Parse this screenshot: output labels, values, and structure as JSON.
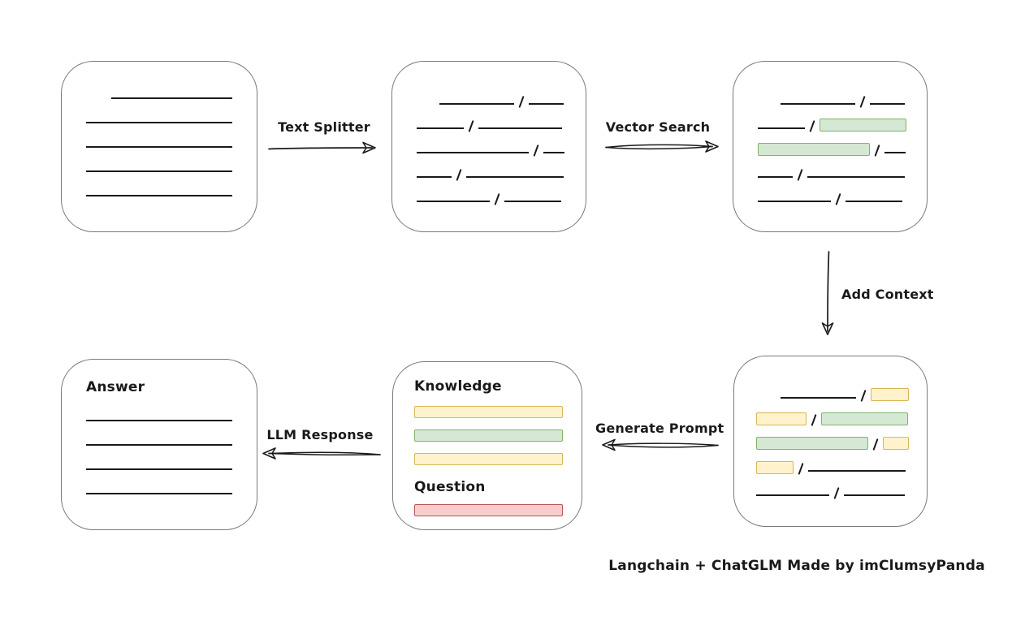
{
  "caption": "Langchain + ChatGLM Made by imClumsyPanda",
  "colors": {
    "line": "#1a1a1a",
    "box_border": "#7a7a7a",
    "green_fill": "#d5e8d4",
    "green_border": "#82b366",
    "yellow_fill": "#fff2cc",
    "yellow_border": "#d6b656",
    "red_fill": "#f8cecc",
    "red_border": "#b85450"
  },
  "arrows": {
    "text_splitter": {
      "label": "Text Splitter"
    },
    "vector_search": {
      "label": "Vector Search"
    },
    "add_context": {
      "label": "Add Context"
    },
    "generate_prompt": {
      "label": "Generate Prompt"
    },
    "llm_response": {
      "label": "LLM Response"
    }
  },
  "boxes": {
    "document": {
      "rows": [
        {
          "indent": 31,
          "w": 149
        },
        {
          "indent": 0,
          "w": 180
        },
        {
          "indent": 0,
          "w": 180
        },
        {
          "indent": 0,
          "w": 180
        },
        {
          "indent": 0,
          "w": 180
        }
      ]
    },
    "split_text": {
      "rows": [
        {
          "indent": 28,
          "segments": [
            {
              "type": "line",
              "w": 92
            },
            {
              "type": "line",
              "w": 43
            }
          ]
        },
        {
          "indent": 0,
          "segments": [
            {
              "type": "line",
              "w": 58
            },
            {
              "type": "line",
              "w": 103
            }
          ]
        },
        {
          "indent": 0,
          "segments": [
            {
              "type": "line",
              "w": 138
            },
            {
              "type": "line",
              "w": 26
            }
          ]
        },
        {
          "indent": 0,
          "segments": [
            {
              "type": "line",
              "w": 43
            },
            {
              "type": "line",
              "w": 120
            }
          ]
        },
        {
          "indent": 0,
          "segments": [
            {
              "type": "line",
              "w": 90
            },
            {
              "type": "line",
              "w": 70
            }
          ]
        }
      ]
    },
    "vector_matched": {
      "rows": [
        {
          "indent": 28,
          "segments": [
            {
              "type": "line",
              "w": 92
            },
            {
              "type": "line",
              "w": 43
            }
          ]
        },
        {
          "indent": 0,
          "segments": [
            {
              "type": "line",
              "w": 58
            },
            {
              "type": "green",
              "w": 107
            }
          ]
        },
        {
          "indent": 0,
          "segments": [
            {
              "type": "green",
              "w": 138
            },
            {
              "type": "line",
              "w": 26
            }
          ]
        },
        {
          "indent": 0,
          "segments": [
            {
              "type": "line",
              "w": 43
            },
            {
              "type": "line",
              "w": 120
            }
          ]
        },
        {
          "indent": 0,
          "segments": [
            {
              "type": "line",
              "w": 90
            },
            {
              "type": "line",
              "w": 70
            }
          ]
        }
      ]
    },
    "context_added": {
      "rows": [
        {
          "indent": 30,
          "segments": [
            {
              "type": "line",
              "w": 93
            },
            {
              "type": "yellow",
              "w": 47
            }
          ]
        },
        {
          "indent": 0,
          "segments": [
            {
              "type": "yellow",
              "w": 62
            },
            {
              "type": "green",
              "w": 107
            }
          ]
        },
        {
          "indent": 0,
          "segments": [
            {
              "type": "green",
              "w": 138
            },
            {
              "type": "yellow",
              "w": 32
            }
          ]
        },
        {
          "indent": 0,
          "segments": [
            {
              "type": "yellow",
              "w": 46
            },
            {
              "type": "line",
              "w": 120
            }
          ]
        },
        {
          "indent": 0,
          "segments": [
            {
              "type": "line",
              "w": 90
            },
            {
              "type": "line",
              "w": 75
            }
          ]
        }
      ]
    },
    "prompt": {
      "knowledge_label": "Knowledge",
      "question_label": "Question",
      "knowledge_bars": [
        "yellow",
        "green",
        "yellow"
      ],
      "question_bars": [
        "red"
      ]
    },
    "answer": {
      "label": "Answer",
      "rows": [
        {
          "indent": 0,
          "w": 180
        },
        {
          "indent": 0,
          "w": 180
        },
        {
          "indent": 0,
          "w": 180
        },
        {
          "indent": 0,
          "w": 180
        }
      ]
    }
  }
}
